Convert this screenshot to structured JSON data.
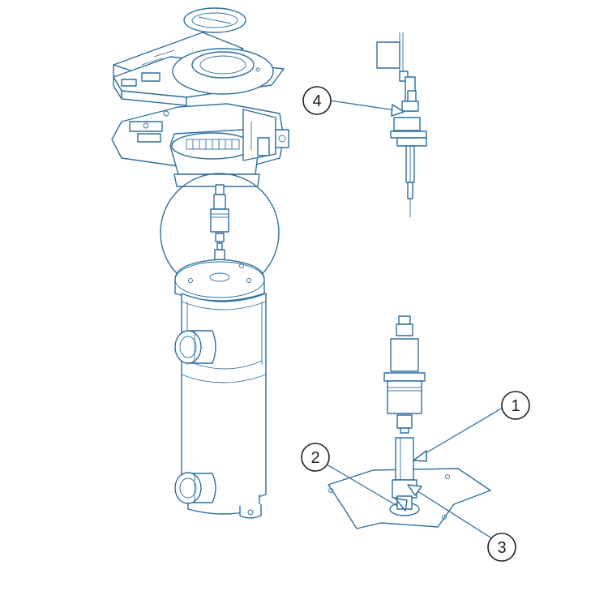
{
  "colors": {
    "line": "#2f6f9e",
    "callout_ink": "#222222"
  },
  "callouts": [
    {
      "label": "1"
    },
    {
      "label": "2"
    },
    {
      "label": "3"
    },
    {
      "label": "4"
    }
  ]
}
